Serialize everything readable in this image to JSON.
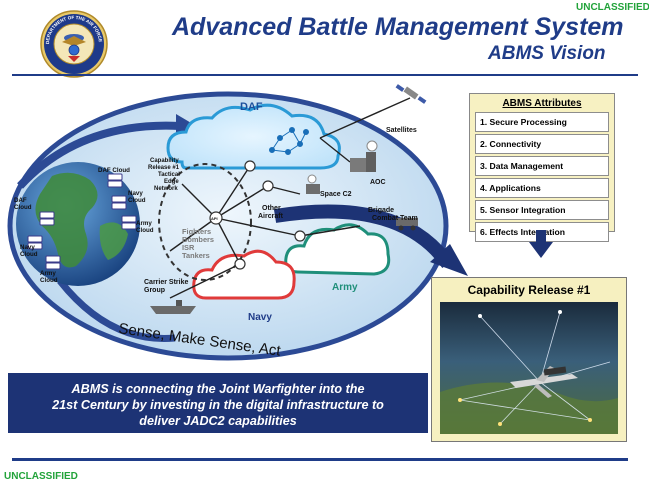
{
  "header": {
    "classification_top": "UNCLASSIFIED",
    "title": "Advanced Battle Management System",
    "subtitle": "ABMS Vision"
  },
  "seal": {
    "ring_text": "DEPARTMENT OF THE AIR FORCE",
    "icon": "air-force-seal"
  },
  "diagram": {
    "domains": {
      "daf": "DAF",
      "army": "Army",
      "navy": "Navy"
    },
    "globe_clouds": {
      "daf_cloud_left": [
        "DAF",
        "Cloud"
      ],
      "daf_cloud_top": "DAF Cloud",
      "navy_cloud_right": [
        "Navy",
        "Cloud"
      ],
      "army_cloud_right": [
        "Army",
        "Cloud"
      ],
      "navy_cloud_left": [
        "Navy",
        "Cloud"
      ],
      "army_cloud_bottom": [
        "Army",
        "Cloud"
      ]
    },
    "labels": {
      "capability_release": [
        "Capability",
        "Release #1",
        "Tactical",
        "Edge",
        "Network"
      ],
      "fighters_group": [
        "Fighters",
        "Bombers",
        "ISR",
        "Tankers"
      ],
      "other_aircraft": [
        "Other",
        "Aircraft"
      ],
      "space_c2": "Space C2",
      "aoc": "AOC",
      "satellites": "Satellites",
      "brigade": [
        "Brigade",
        "Combat Team"
      ],
      "carrier": [
        "Carrier Strike",
        "Group"
      ],
      "api": "API"
    },
    "motto": "Sense, Make Sense, Act"
  },
  "attributes": {
    "title": "ABMS Attributes",
    "items": [
      "1. Secure Processing",
      "2. Connectivity",
      "3. Data Management",
      "4. Applications",
      "5. Sensor Integration",
      "6. Effects Integration"
    ]
  },
  "capability_release_panel": {
    "title": "Capability Release #1"
  },
  "banner": {
    "lines": [
      "ABMS is connecting the Joint Warfighter into the",
      "21st Century by investing in the digital infrastructure to",
      "deliver JADC2 capabilities"
    ]
  },
  "footer": {
    "classification_bottom": "UNCLASSIFIED"
  },
  "colors": {
    "title_blue": "#1f3c88",
    "classification_green": "#22a33a",
    "ellipse_fill": "#cfe4f5",
    "ellipse_border": "#2c4a95",
    "daf_cloud": "#2a9ad6",
    "army_cloud": "#1f8f7a",
    "navy_cloud": "#e03a3a",
    "banner": "#1d3375",
    "attr_panel": "#f7f1c2"
  }
}
